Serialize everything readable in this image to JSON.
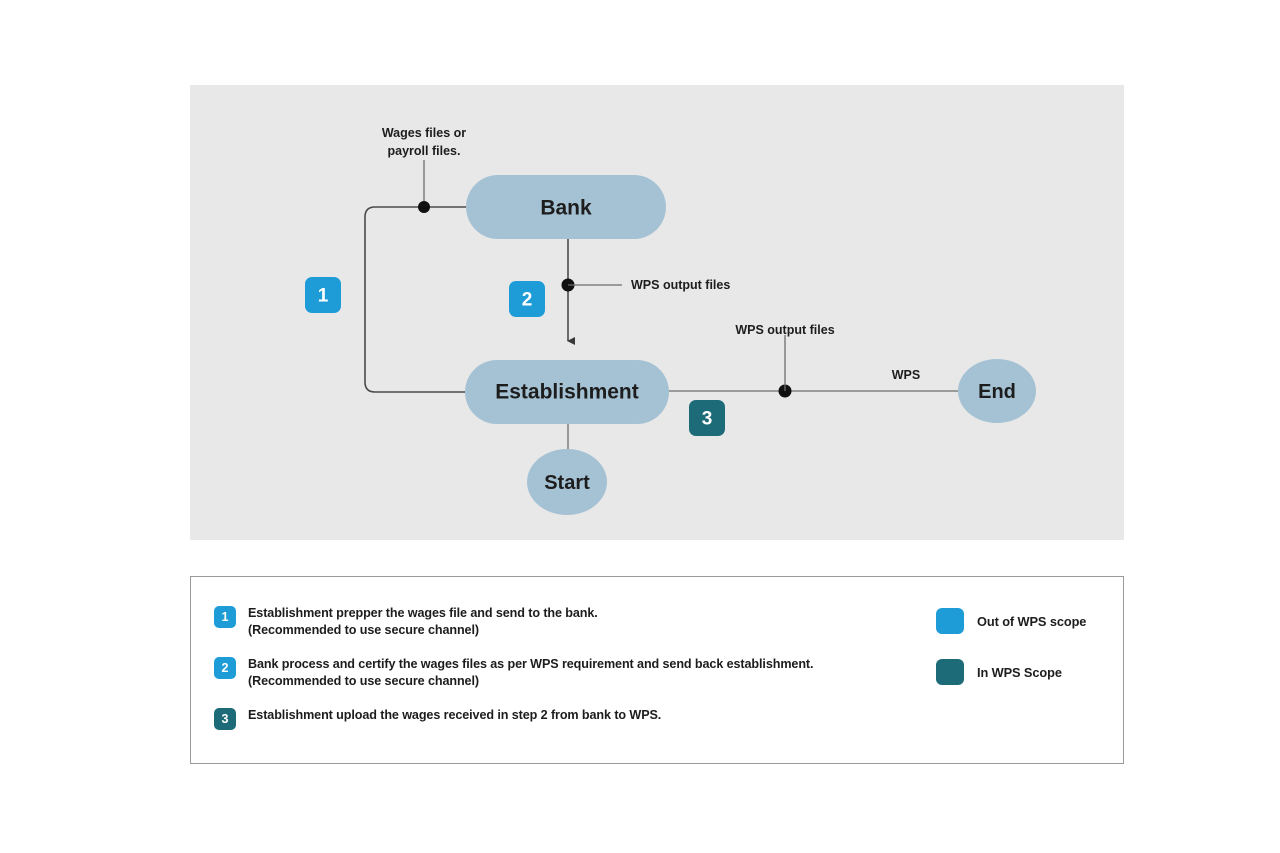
{
  "colors": {
    "panel_bg": "#e8e8e8",
    "node_fill": "#a5c2d4",
    "badge_blue": "#1d9cd8",
    "badge_teal": "#1d6b78",
    "line": "#4a4a4a",
    "text": "#1d1d1d",
    "legend_border": "#9a9a9a"
  },
  "diagram": {
    "nodes": {
      "bank": "Bank",
      "establishment": "Establishment",
      "start": "Start",
      "end": "End"
    },
    "edge_labels": {
      "wages_files_line1": "Wages files or",
      "wages_files_line2": "payroll files.",
      "wps_output_files_bank": "WPS output files",
      "wps_output_files_est": "WPS output files",
      "wps": "WPS"
    },
    "badges": [
      {
        "number": "1",
        "color": "#1d9cd8"
      },
      {
        "number": "2",
        "color": "#1d9cd8"
      },
      {
        "number": "3",
        "color": "#1d6b78"
      }
    ]
  },
  "legend": {
    "steps": [
      {
        "number": "1",
        "color": "#1d9cd8",
        "main": "Establishment prepper the wages file and send to the bank.",
        "sub": "(Recommended to use secure channel)"
      },
      {
        "number": "2",
        "color": "#1d9cd8",
        "main": "Bank process and certify the wages files as per WPS requirement and send back establishment.",
        "sub": "(Recommended to use secure channel)"
      },
      {
        "number": "3",
        "color": "#1d6b78",
        "main": "Establishment upload the wages received in  step 2 from bank to WPS.",
        "sub": ""
      }
    ],
    "key": [
      {
        "label": "Out of WPS scope",
        "color": "#1d9cd8"
      },
      {
        "label": "In WPS Scope",
        "color": "#1d6b78"
      }
    ]
  }
}
